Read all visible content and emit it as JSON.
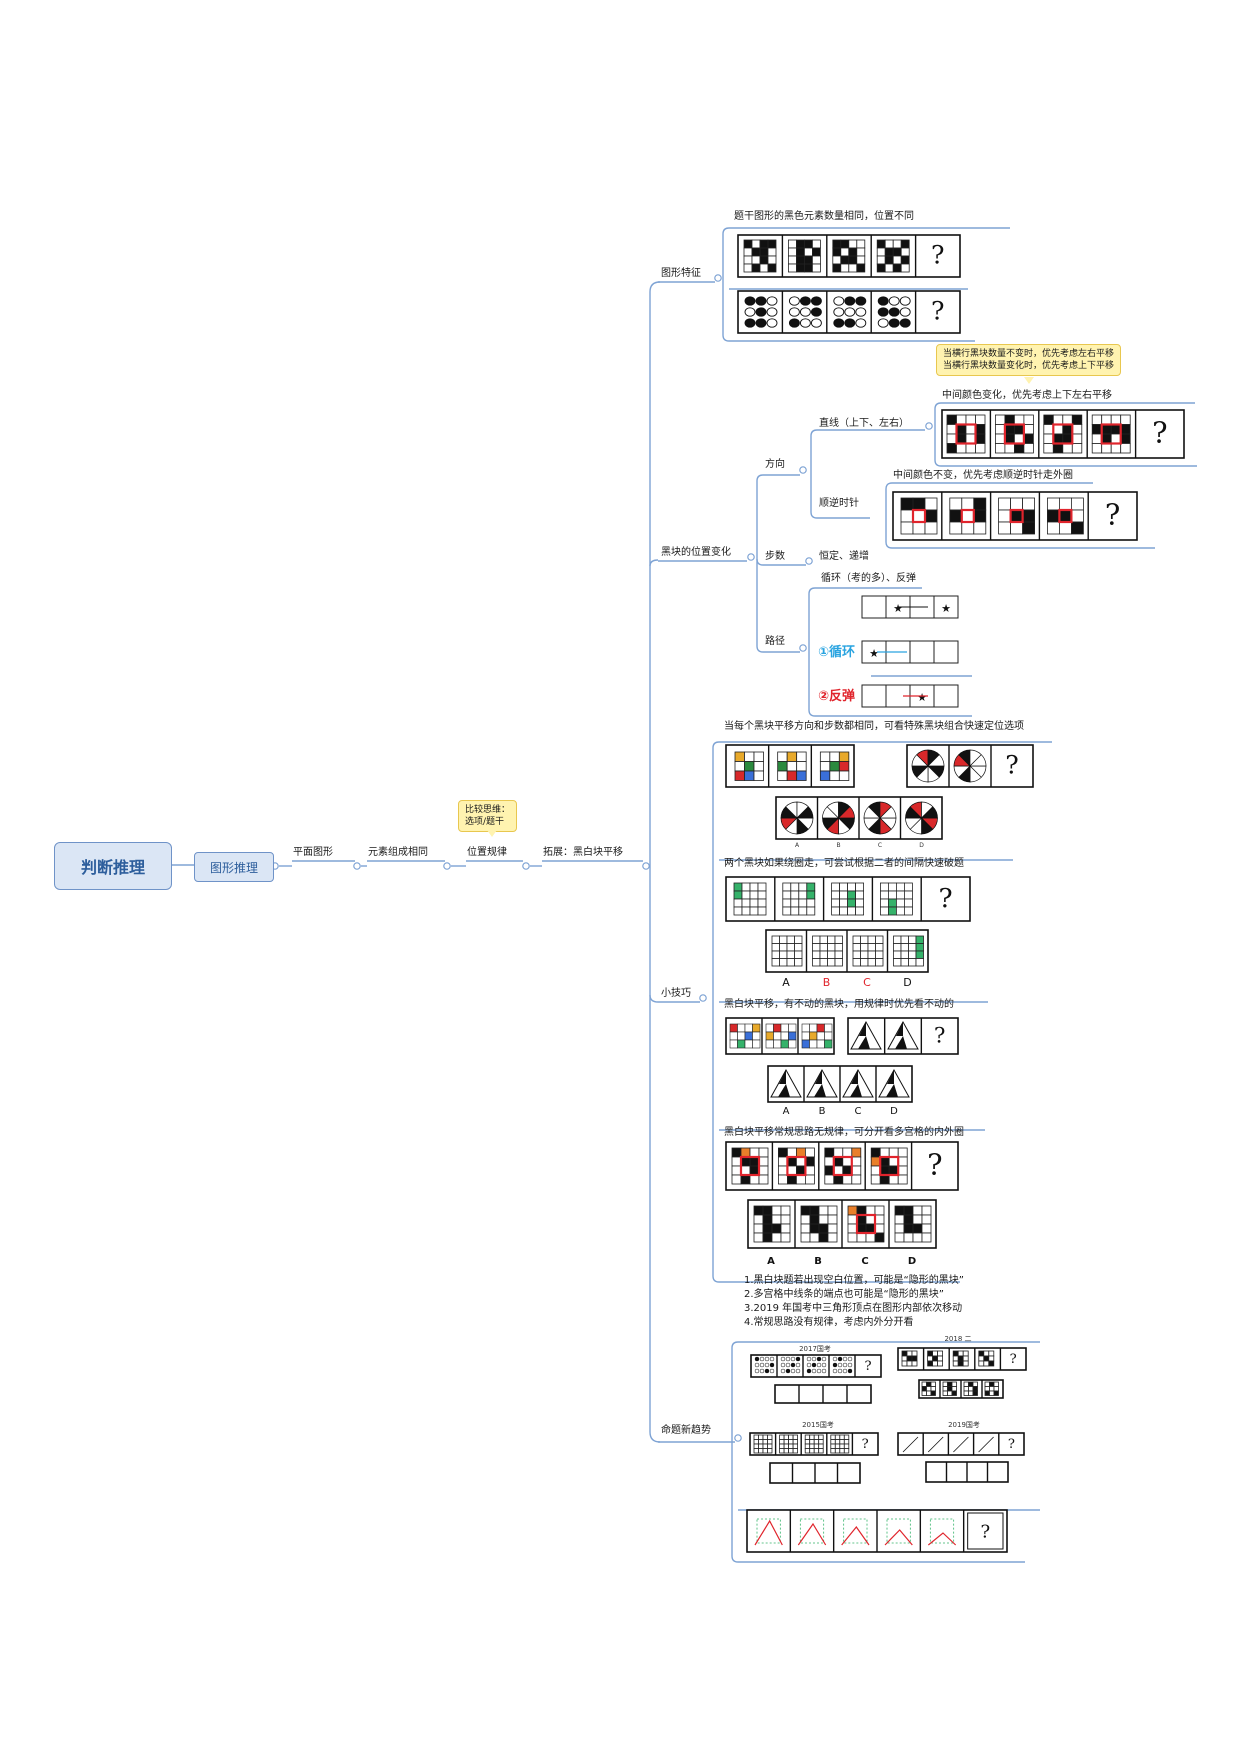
{
  "root": {
    "label": "判断推理"
  },
  "level1": {
    "label": "图形推理"
  },
  "chain": [
    "平面图形",
    "元素组成相同",
    "位置规律",
    "拓展：黑白块平移"
  ],
  "callout_compare": {
    "line1": "比较思维：",
    "line2": "选项/题干"
  },
  "branches": {
    "feature": {
      "label": "图形特征",
      "note": "题干图形的黑色元素数量相同，位置不同",
      "q": "?"
    },
    "position": {
      "label": "黑块的位置变化",
      "direction": {
        "label": "方向",
        "callout1": "当横行黑块数量不变时，优先考虑左右平移",
        "callout2": "当横行黑块数量变化时，优先考虑上下平移",
        "straight": {
          "label": "直线（上下、左右）",
          "note": "中间颜色变化，优先考虑上下左右平移",
          "q": "?"
        },
        "rotate": {
          "label": "顺逆时针",
          "note": "中间颜色不变，优先考虑顺逆时针走外圈",
          "q": "?"
        }
      },
      "step": {
        "label": "步数",
        "value": "恒定、递增"
      },
      "path": {
        "label": "路径",
        "note": "循环（考的多）、反弹",
        "loop": "①循环",
        "bounce": "②反弹"
      }
    },
    "tips": {
      "label": "小技巧",
      "tip1": "当每个黑块平移方向和步数都相同，可看特殊黑块组合快速定位选项",
      "tip2": "两个黑块如果绕圈走，可尝试根据二者的间隔快速破题",
      "tip3": "黑白块平移，有不动的黑块，用规律时优先看不动的",
      "tip4": "黑白块平移常规思路无规律，可分开看多宫格的内外圈",
      "q": "?",
      "options": [
        "A",
        "B",
        "C",
        "D"
      ]
    },
    "trend": {
      "label": "命题新趋势",
      "notes": [
        "1.黑白块题若出现空白位置，可能是“隐形的黑块”",
        "2.多宫格中线条的端点也可能是“隐形的黑块”",
        "3.2019 年国考中三角形顶点在图形内部依次移动",
        "4.常规思路没有规律，考虑内外分开看"
      ],
      "years": [
        "2017国考",
        "2018 二",
        "2015国考",
        "2019国考"
      ],
      "q": "?"
    }
  }
}
